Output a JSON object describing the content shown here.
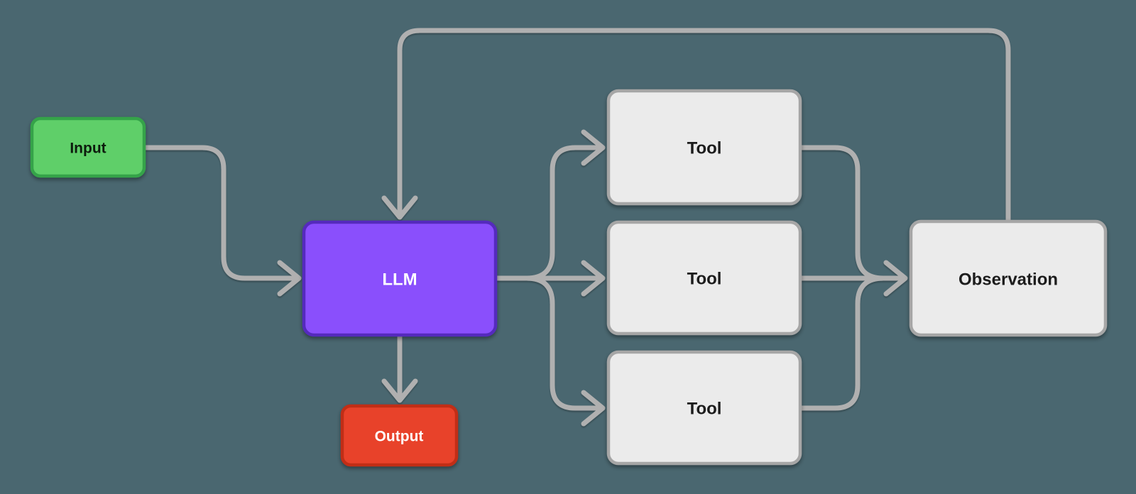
{
  "diagram": {
    "background_color": "#4A6770",
    "connector": {
      "color": "#B0B0B0"
    },
    "nodes": {
      "input": {
        "label": "Input",
        "fill": "#5ECF69",
        "border": "#34A34A",
        "text_color": "#0E1A10"
      },
      "llm": {
        "label": "LLM",
        "fill": "#8A4FFC",
        "border": "#5429BD",
        "text_color": "#FFFFFF"
      },
      "output": {
        "label": "Output",
        "fill": "#E8432B",
        "border": "#C12D18",
        "text_color": "#FFFFFF"
      },
      "tool_1": {
        "label": "Tool",
        "fill": "#EBEBEB",
        "border": "#A6A6A6",
        "text_color": "#1C1C1C"
      },
      "tool_2": {
        "label": "Tool",
        "fill": "#EBEBEB",
        "border": "#A6A6A6",
        "text_color": "#1C1C1C"
      },
      "tool_3": {
        "label": "Tool",
        "fill": "#EBEBEB",
        "border": "#A6A6A6",
        "text_color": "#1C1C1C"
      },
      "observation": {
        "label": "Observation",
        "fill": "#EBEBEB",
        "border": "#A6A6A6",
        "text_color": "#1C1C1C"
      }
    },
    "edges": [
      {
        "from": "Input",
        "to": "LLM"
      },
      {
        "from": "LLM",
        "to": "Tool (top)"
      },
      {
        "from": "LLM",
        "to": "Tool (middle)"
      },
      {
        "from": "LLM",
        "to": "Tool (bottom)"
      },
      {
        "from": "Tool (top)",
        "to": "Observation"
      },
      {
        "from": "Tool (middle)",
        "to": "Observation"
      },
      {
        "from": "Tool (bottom)",
        "to": "Observation"
      },
      {
        "from": "Observation",
        "to": "LLM"
      },
      {
        "from": "LLM",
        "to": "Output"
      }
    ]
  }
}
